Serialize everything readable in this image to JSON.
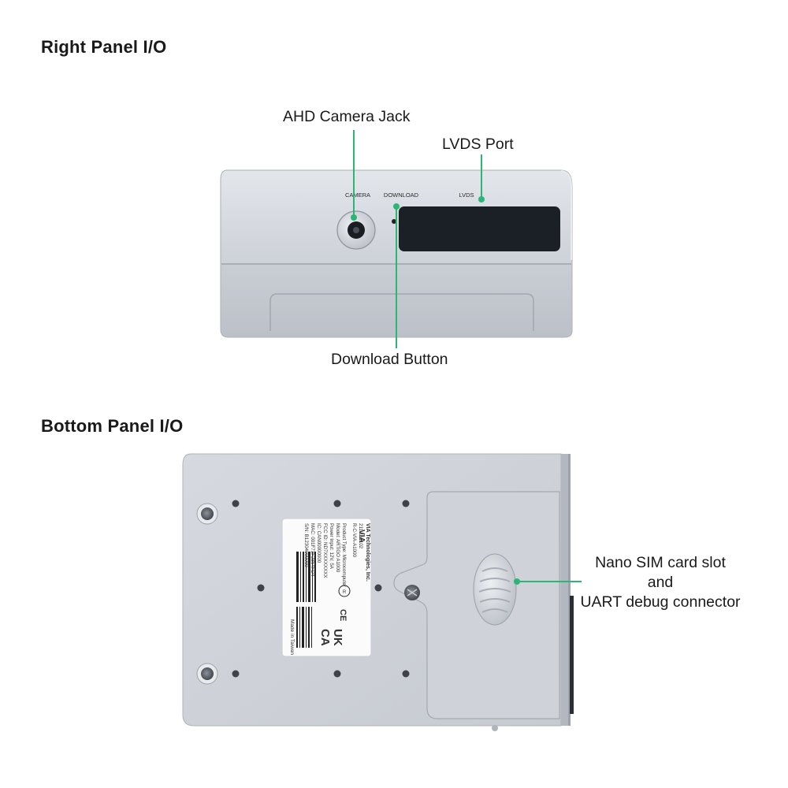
{
  "sections": {
    "right_title": "Right Panel I/O",
    "bottom_title": "Bottom Panel I/O"
  },
  "right_panel": {
    "callouts": {
      "camera": "AHD Camera  Jack",
      "lvds": "LVDS Port",
      "download": "Download Button"
    },
    "silkscreen": {
      "camera": "CAMERA",
      "download": "DOWNLOAD",
      "lvds": "LVDS"
    }
  },
  "bottom_panel": {
    "callout": {
      "line1": "Nano SIM card slot",
      "line2": "and",
      "line3": "UART debug connector"
    },
    "label": {
      "brand": "VIA Technologies, Inc.",
      "line_product": "Product Type: Microcomputer",
      "line_model": "Model: ARTiGO A1000",
      "line_power": "Power Input: 12V, 5A",
      "line_fcc": "FCC ID: ND7XXXXXXXX",
      "line_ic": "IC: CAN00000000",
      "line_mac": "MAC: 001F73F2864FD4",
      "line_sn": "S/N: B12304000000",
      "made_in": "Made in Taiwan",
      "uk": "UK",
      "ca": "CA",
      "logo": "VIA",
      "cert1": "211-161102",
      "cert2": "R-C-VIA-A1000",
      "ce": "CE",
      "rcm": "R"
    }
  },
  "colors": {
    "accent_green": "#2bb673",
    "metal_light": "#d3d7de",
    "metal_mid": "#bfc4cc",
    "metal_dark": "#9aa0a8",
    "port_black": "#1b1f26"
  }
}
